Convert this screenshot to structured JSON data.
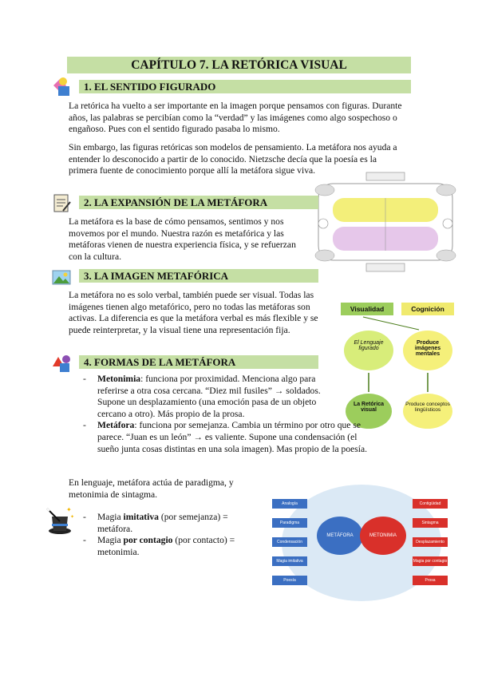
{
  "chapter_title": "CAPÍTULO 7. LA RETÓRICA VISUAL",
  "sections": {
    "s1": "1.  EL SENTIDO FIGURADO",
    "s2": "2.  LA EXPANSIÓN DE LA METÁFORA",
    "s3": "3.  LA IMAGEN METAFÓRICA",
    "s4": "4.  FORMAS DE LA METÁFORA"
  },
  "p1": "La retórica ha vuelto a ser importante en la imagen porque pensamos con figuras. Durante años, las palabras se percibían como la “verdad” y las imágenes como algo sospechoso o engañoso.  Pues con el sentido figurado pasaba lo mismo.",
  "p2": "Sin embargo, las figuras retóricas son modelos de pensamiento. La metáfora nos ayuda a entender lo desconocido a partir de lo conocido. Nietzsche decía que la poesía es la primera fuente de conocimiento porque allí la metáfora sigue viva.",
  "p3": "La metáfora es la base de cómo pensamos, sentimos y nos movemos por el mundo. Nuestra razón es metafórica y las metáforas vienen de nuestra experiencia física, y se refuerzan con la cultura.",
  "p4": "La metáfora no es solo verbal, también puede ser visual. Todas las imágenes tienen algo metafórico, pero no todas las metáforas son activas. La diferencia es que la metáfora verbal es más flexible y se puede reinterpretar, y la visual tiene una representación fija.",
  "forms": {
    "metonimia_term": "Metonimia",
    "metonimia_text": ": funciona por proximidad. Menciona algo para referirse a otra cosa cercana. “Diez mil fusiles” → soldados. Supone un desplazamiento (una emoción pasa de un objeto cercano a otro). Más propio de la prosa.",
    "metafora_term": "Metáfora",
    "metafora_text": ": funciona por semejanza. Cambia un término por otro que se parece. “Juan es un león” → es valiente. Supone una condensación (el sueño junta cosas distintas en una sola imagen). Mas propio de la poesía."
  },
  "p5": "En lenguaje, metáfora actúa de paradigma, y metonimia de sintagma.",
  "magic": {
    "m1a": "Magia ",
    "m1b": "imitativa",
    "m1c": " (por semejanza) = metáfora.",
    "m2a": "Magia ",
    "m2b": "por contagio",
    "m2c": " (por contacto) = metonimia."
  },
  "diagram2": {
    "visualidad": "Visualidad",
    "cognicion": "Cognición",
    "lenguaje": "El Lenguaje figurado",
    "produce1": "Produce imágenes mentales",
    "retorica": "La Retórica visual",
    "produce2": "Produce conceptos lingüísticos"
  },
  "diagram3": {
    "left": [
      "Analogía",
      "Paradigma",
      "Condensación",
      "Magia imitativa",
      "Poesía"
    ],
    "right": [
      "Contigüidad",
      "Sintagma",
      "Desplazamiento",
      "Magia por contagio",
      "Prosa"
    ],
    "metafora": "METÁFORA",
    "metonimia": "METONIMIA"
  },
  "colors": {
    "section_bg": "#c5dfa4",
    "green_ellipse": "#d8ed7a",
    "yellow_ellipse": "#f5f07a",
    "blue": "#3b6fc2",
    "red": "#d9302a"
  }
}
